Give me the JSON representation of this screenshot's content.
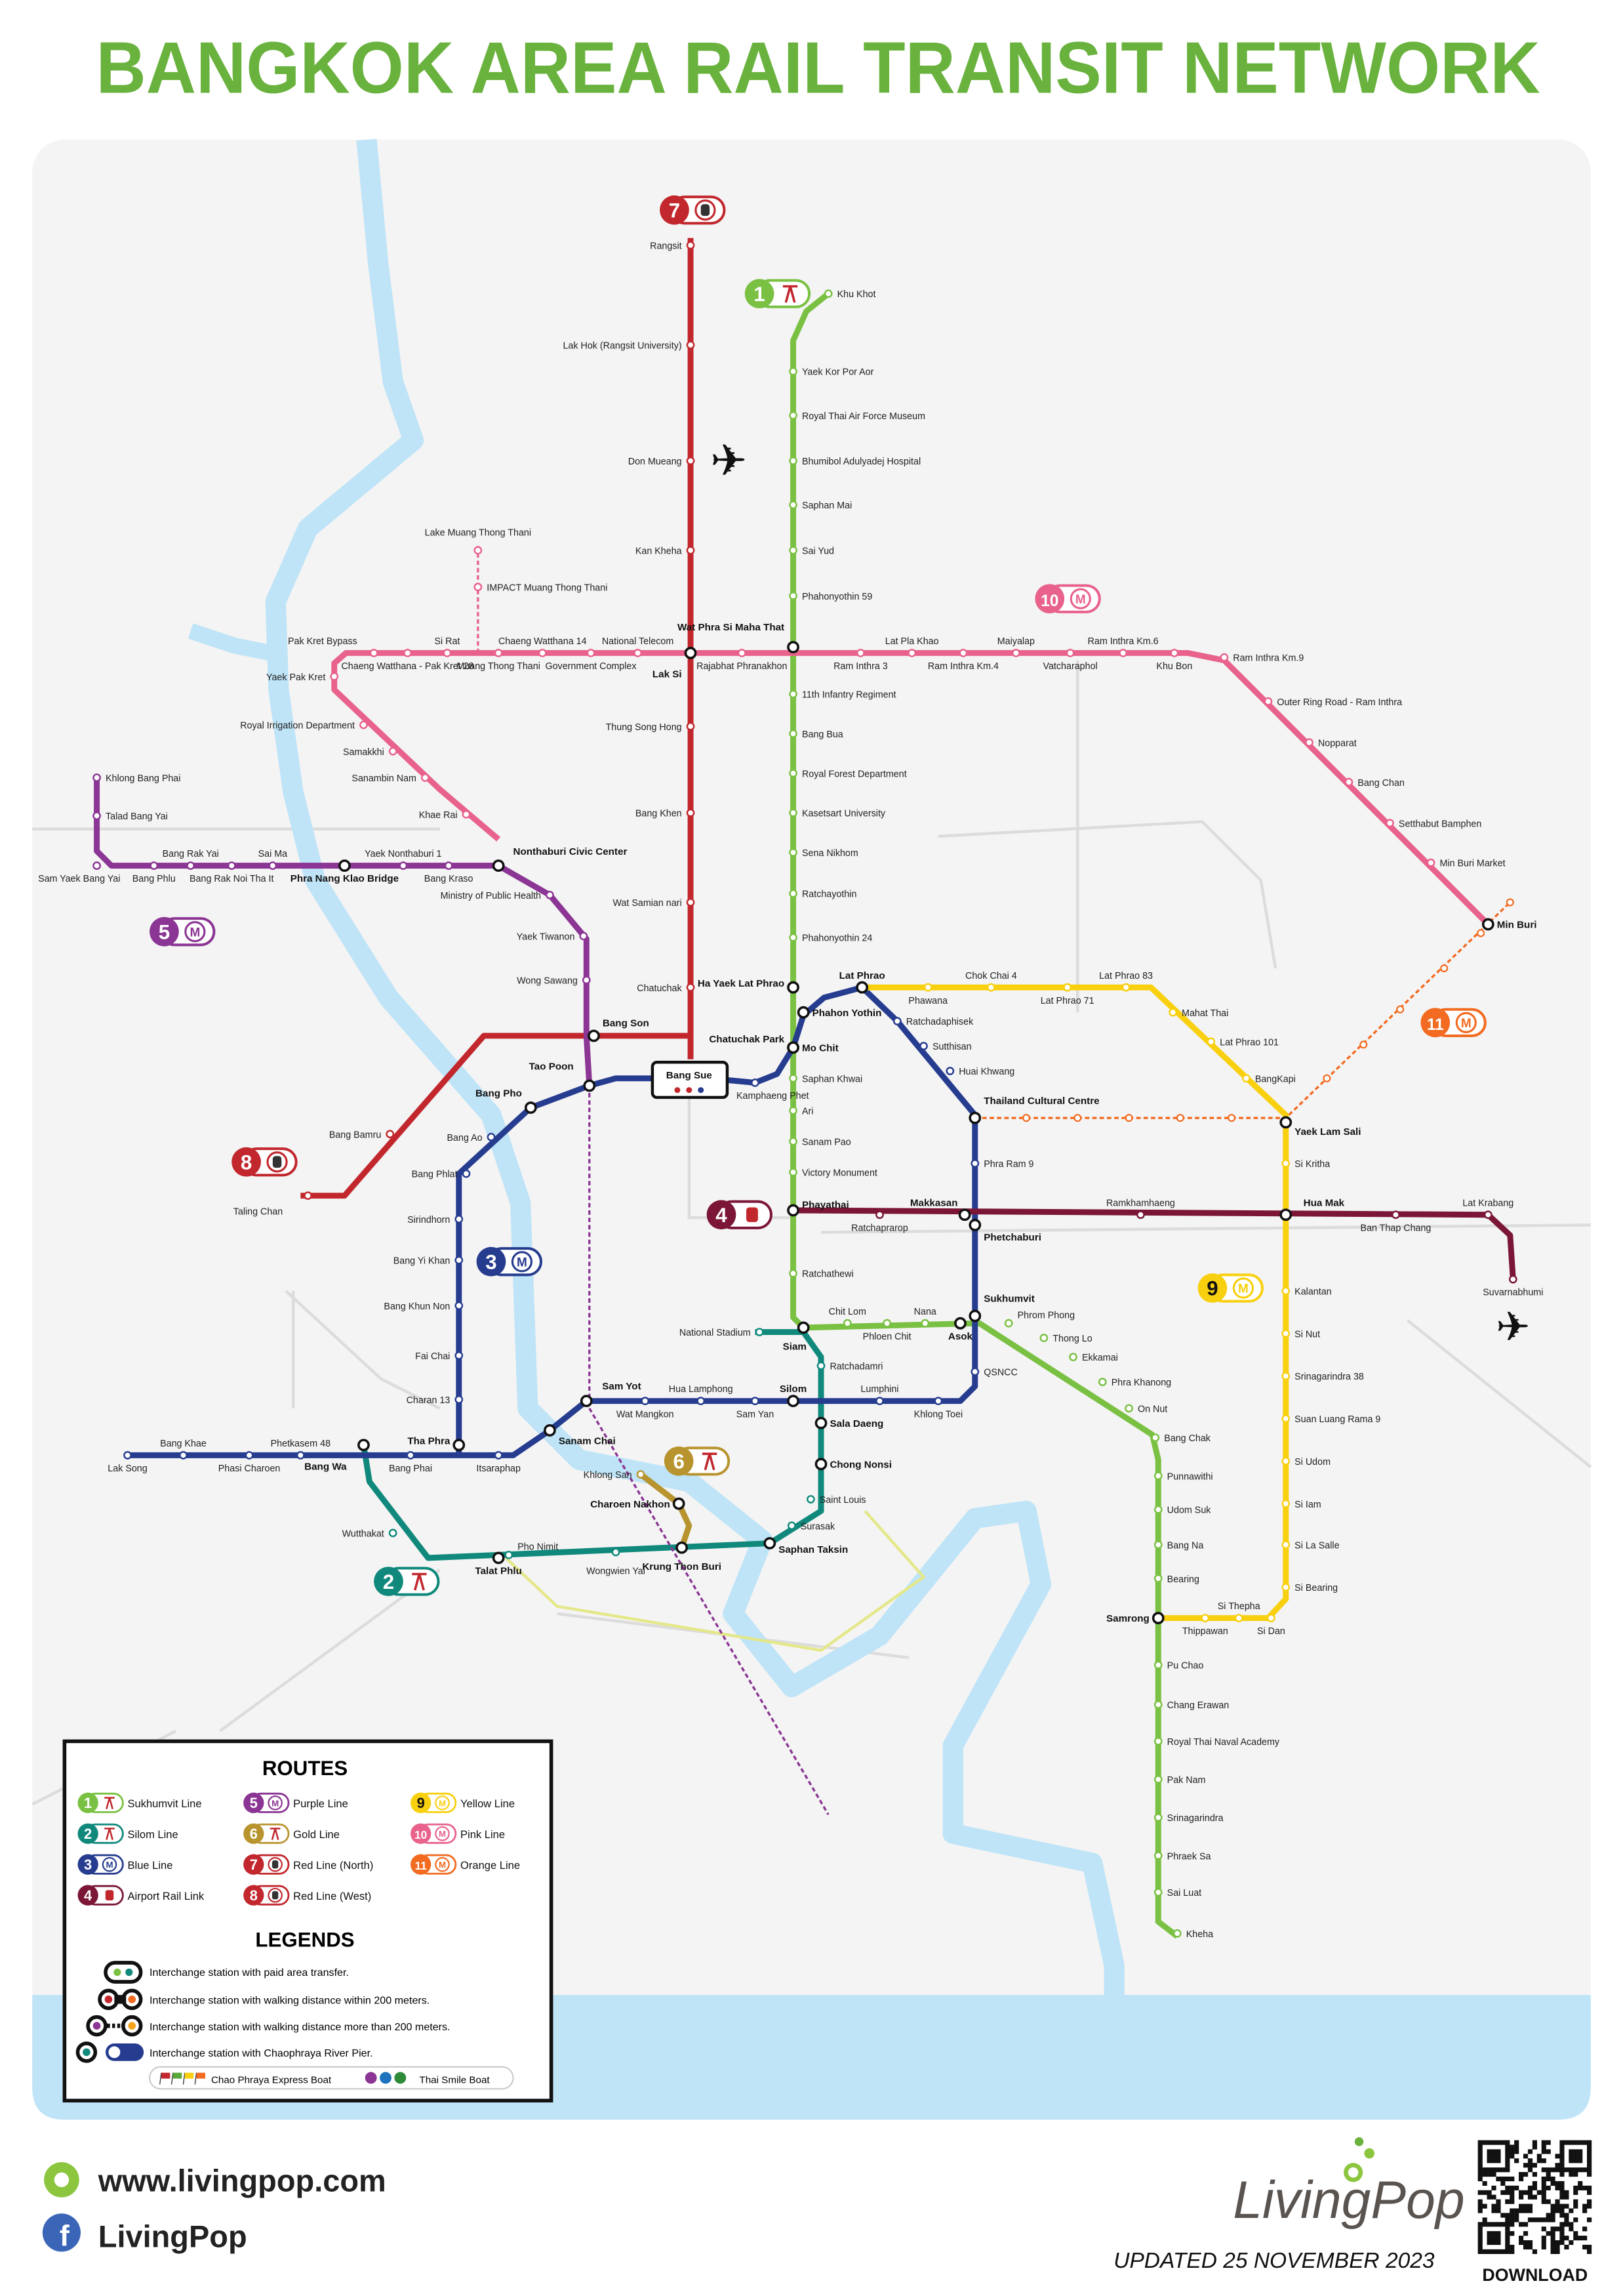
{
  "title": "BANGKOK AREA RAIL TRANSIT NETWORK",
  "colors": {
    "title": "#6ab23e",
    "river": "#bfe4f7",
    "panel": "#f4f4f4"
  },
  "lines": [
    {
      "number": "1",
      "name": "Sukhumvit Line",
      "color": "#7ac143",
      "icon": "bts-icon"
    },
    {
      "number": "2",
      "name": "Silom Line",
      "color": "#10897c",
      "icon": "bts-icon"
    },
    {
      "number": "3",
      "name": "Blue Line",
      "color": "#263c8f",
      "icon": "mrt-icon",
      "badge_letter": "M"
    },
    {
      "number": "4",
      "name": "Airport Rail Link",
      "color": "#7b1636",
      "icon": "arl-train-icon"
    },
    {
      "number": "5",
      "name": "Purple Line",
      "color": "#8b3594",
      "icon": "mrt-icon",
      "badge_letter": "M"
    },
    {
      "number": "6",
      "name": "Gold Line",
      "color": "#b8942f",
      "icon": "bts-icon"
    },
    {
      "number": "7",
      "name": "Red Line (North)",
      "color": "#c1272d",
      "icon": "srt-train-icon"
    },
    {
      "number": "8",
      "name": "Red Line (West)",
      "color": "#c1272d",
      "icon": "srt-train-icon"
    },
    {
      "number": "9",
      "name": "Yellow Line",
      "color": "#f8d00f",
      "icon": "mrt-icon",
      "badge_letter": "M"
    },
    {
      "number": "10",
      "name": "Pink Line",
      "color": "#e8628c",
      "icon": "mrt-icon",
      "badge_letter": "M"
    },
    {
      "number": "11",
      "name": "Orange Line",
      "color": "#f26b21",
      "icon": "mrt-icon",
      "badge_letter": "M"
    }
  ],
  "map": {
    "bang_sue": "Bang Sue",
    "stations": [
      {
        "name": "Rangsit",
        "line": "7"
      },
      {
        "name": "Lak Hok (Rangsit University)",
        "line": "7"
      },
      {
        "name": "Don Mueang",
        "line": "7"
      },
      {
        "name": "Kan Kheha",
        "line": "7"
      },
      {
        "name": "Lak Si",
        "line": "7"
      },
      {
        "name": "Thung Song Hong",
        "line": "7"
      },
      {
        "name": "Bang Khen",
        "line": "7"
      },
      {
        "name": "Wat Samian nari",
        "line": "7"
      },
      {
        "name": "Chatuchak",
        "line": "7"
      },
      {
        "name": "Bang Son",
        "line": "8"
      },
      {
        "name": "Bang Bamru",
        "line": "8"
      },
      {
        "name": "Taling Chan",
        "line": "8"
      },
      {
        "name": "Khu Khot",
        "line": "1"
      },
      {
        "name": "Yaek Kor Por Aor",
        "line": "1"
      },
      {
        "name": "Royal Thai Air Force Museum",
        "line": "1"
      },
      {
        "name": "Bhumibol Adulyadej Hospital",
        "line": "1"
      },
      {
        "name": "Saphan Mai",
        "line": "1"
      },
      {
        "name": "Sai Yud",
        "line": "1"
      },
      {
        "name": "Phahonyothin 59",
        "line": "1"
      },
      {
        "name": "Wat Phra Si Maha That",
        "line": "1"
      },
      {
        "name": "11th Infantry Regiment",
        "line": "1"
      },
      {
        "name": "Bang Bua",
        "line": "1"
      },
      {
        "name": "Royal Forest Department",
        "line": "1"
      },
      {
        "name": "Kasetsart University",
        "line": "1"
      },
      {
        "name": "Sena Nikhom",
        "line": "1"
      },
      {
        "name": "Ratchayothin",
        "line": "1"
      },
      {
        "name": "Phahonyothin 24",
        "line": "1"
      },
      {
        "name": "Ha Yaek Lat Phrao",
        "line": "1"
      },
      {
        "name": "Mo Chit",
        "line": "1"
      },
      {
        "name": "Saphan Khwai",
        "line": "1"
      },
      {
        "name": "Ari",
        "line": "1"
      },
      {
        "name": "Sanam Pao",
        "line": "1"
      },
      {
        "name": "Victory Monument",
        "line": "1"
      },
      {
        "name": "Phayathai",
        "line": "1"
      },
      {
        "name": "Ratchathewi",
        "line": "1"
      },
      {
        "name": "Siam",
        "line": "1"
      },
      {
        "name": "Chit Lom",
        "line": "1"
      },
      {
        "name": "Phloen Chit",
        "line": "1"
      },
      {
        "name": "Nana",
        "line": "1"
      },
      {
        "name": "Asok",
        "line": "1"
      },
      {
        "name": "Phrom Phong",
        "line": "1"
      },
      {
        "name": "Thong Lo",
        "line": "1"
      },
      {
        "name": "Ekkamai",
        "line": "1"
      },
      {
        "name": "Phra Khanong",
        "line": "1"
      },
      {
        "name": "On Nut",
        "line": "1"
      },
      {
        "name": "Bang Chak",
        "line": "1"
      },
      {
        "name": "Punnawithi",
        "line": "1"
      },
      {
        "name": "Udom Suk",
        "line": "1"
      },
      {
        "name": "Bang Na",
        "line": "1"
      },
      {
        "name": "Bearing",
        "line": "1"
      },
      {
        "name": "Samrong",
        "line": "1"
      },
      {
        "name": "Pu Chao",
        "line": "1"
      },
      {
        "name": "Chang Erawan",
        "line": "1"
      },
      {
        "name": "Royal Thai Naval Academy",
        "line": "1"
      },
      {
        "name": "Pak Nam",
        "line": "1"
      },
      {
        "name": "Srinagarindra",
        "line": "1"
      },
      {
        "name": "Phraek Sa",
        "line": "1"
      },
      {
        "name": "Sai Luat",
        "line": "1"
      },
      {
        "name": "Kheha",
        "line": "1"
      },
      {
        "name": "National Stadium",
        "line": "2"
      },
      {
        "name": "Ratchadamri",
        "line": "2"
      },
      {
        "name": "Sala Daeng",
        "line": "2"
      },
      {
        "name": "Chong Nonsi",
        "line": "2"
      },
      {
        "name": "Saint Louis",
        "line": "2"
      },
      {
        "name": "Surasak",
        "line": "2"
      },
      {
        "name": "Saphan Taksin",
        "line": "2"
      },
      {
        "name": "Krung Thon Buri",
        "line": "2"
      },
      {
        "name": "Wongwien Yai",
        "line": "2"
      },
      {
        "name": "Pho Nimit",
        "line": "2"
      },
      {
        "name": "Talat Phlu",
        "line": "2"
      },
      {
        "name": "Wutthakat",
        "line": "2"
      },
      {
        "name": "Tao Poon",
        "line": "3"
      },
      {
        "name": "Bang Pho",
        "line": "3"
      },
      {
        "name": "Bang Ao",
        "line": "3"
      },
      {
        "name": "Bang Phlat",
        "line": "3"
      },
      {
        "name": "Sirindhorn",
        "line": "3"
      },
      {
        "name": "Bang Yi Khan",
        "line": "3"
      },
      {
        "name": "Bang Khun Non",
        "line": "3"
      },
      {
        "name": "Fai Chai",
        "line": "3"
      },
      {
        "name": "Charan 13",
        "line": "3"
      },
      {
        "name": "Tha Phra",
        "line": "3"
      },
      {
        "name": "Itsaraphap",
        "line": "3"
      },
      {
        "name": "Sanam Chai",
        "line": "3"
      },
      {
        "name": "Sam Yot",
        "line": "3"
      },
      {
        "name": "Wat Mangkon",
        "line": "3"
      },
      {
        "name": "Hua Lamphong",
        "line": "3"
      },
      {
        "name": "Sam Yan",
        "line": "3"
      },
      {
        "name": "Silom",
        "line": "3"
      },
      {
        "name": "Lumphini",
        "line": "3"
      },
      {
        "name": "Khlong Toei",
        "line": "3"
      },
      {
        "name": "QSNCC",
        "line": "3"
      },
      {
        "name": "Sukhumvit",
        "line": "3"
      },
      {
        "name": "Phetchaburi",
        "line": "3"
      },
      {
        "name": "Phra Ram 9",
        "line": "3"
      },
      {
        "name": "Thailand Cultural Centre",
        "line": "3"
      },
      {
        "name": "Huai Khwang",
        "line": "3"
      },
      {
        "name": "Sutthisan",
        "line": "3"
      },
      {
        "name": "Ratchadaphisek",
        "line": "3"
      },
      {
        "name": "Lat Phrao",
        "line": "3"
      },
      {
        "name": "Phahon Yothin",
        "line": "3"
      },
      {
        "name": "Chatuchak Park",
        "line": "3"
      },
      {
        "name": "Kamphaeng Phet",
        "line": "3"
      },
      {
        "name": "Bang Phai",
        "line": "3"
      },
      {
        "name": "Bang Wa",
        "line": "3"
      },
      {
        "name": "Phetkasem 48",
        "line": "3"
      },
      {
        "name": "Phasi Charoen",
        "line": "3"
      },
      {
        "name": "Bang Khae",
        "line": "3"
      },
      {
        "name": "Lak Song",
        "line": "3"
      },
      {
        "name": "Ratchaprarop",
        "line": "4"
      },
      {
        "name": "Makkasan",
        "line": "4"
      },
      {
        "name": "Ramkhamhaeng",
        "line": "4"
      },
      {
        "name": "Hua Mak",
        "line": "4"
      },
      {
        "name": "Ban Thap Chang",
        "line": "4"
      },
      {
        "name": "Lat Krabang",
        "line": "4"
      },
      {
        "name": "Suvarnabhumi",
        "line": "4"
      },
      {
        "name": "Khlong Bang Phai",
        "line": "5"
      },
      {
        "name": "Talad Bang Yai",
        "line": "5"
      },
      {
        "name": "Sam Yaek Bang Yai",
        "line": "5"
      },
      {
        "name": "Bang Phlu",
        "line": "5"
      },
      {
        "name": "Bang Rak Yai",
        "line": "5"
      },
      {
        "name": "Bang Rak Noi Tha It",
        "line": "5"
      },
      {
        "name": "Sai Ma",
        "line": "5"
      },
      {
        "name": "Phra Nang Klao Bridge",
        "line": "5"
      },
      {
        "name": "Yaek Nonthaburi 1",
        "line": "5"
      },
      {
        "name": "Bang Kraso",
        "line": "5"
      },
      {
        "name": "Nonthaburi Civic Center",
        "line": "5"
      },
      {
        "name": "Ministry of Public Health",
        "line": "5"
      },
      {
        "name": "Yaek Tiwanon",
        "line": "5"
      },
      {
        "name": "Wong Sawang",
        "line": "5"
      },
      {
        "name": "Khae Rai",
        "line": "10"
      },
      {
        "name": "Sanambin Nam",
        "line": "10"
      },
      {
        "name": "Samakkhi",
        "line": "10"
      },
      {
        "name": "Royal Irrigation Department",
        "line": "10"
      },
      {
        "name": "Yaek Pak Kret",
        "line": "10"
      },
      {
        "name": "Pak Kret Bypass",
        "line": "10"
      },
      {
        "name": "Chaeng Watthana - Pak Kret 28",
        "line": "10"
      },
      {
        "name": "Si Rat",
        "line": "10"
      },
      {
        "name": "Muang Thong Thani",
        "line": "10"
      },
      {
        "name": "Chaeng Watthana 14",
        "line": "10"
      },
      {
        "name": "Government Complex",
        "line": "10"
      },
      {
        "name": "National Telecom",
        "line": "10"
      },
      {
        "name": "Rajabhat Phranakhon",
        "line": "10"
      },
      {
        "name": "Ram Inthra 3",
        "line": "10"
      },
      {
        "name": "Lat Pla Khao",
        "line": "10"
      },
      {
        "name": "Ram Inthra Km.4",
        "line": "10"
      },
      {
        "name": "Maiyalap",
        "line": "10"
      },
      {
        "name": "Vatcharaphol",
        "line": "10"
      },
      {
        "name": "Ram Inthra Km.6",
        "line": "10"
      },
      {
        "name": "Khu Bon",
        "line": "10"
      },
      {
        "name": "Ram Inthra Km.9",
        "line": "10"
      },
      {
        "name": "Outer Ring Road - Ram Inthra",
        "line": "10"
      },
      {
        "name": "Nopparat",
        "line": "10"
      },
      {
        "name": "Bang Chan",
        "line": "10"
      },
      {
        "name": "Setthabut Bamphen",
        "line": "10"
      },
      {
        "name": "Min Buri Market",
        "line": "10"
      },
      {
        "name": "Min Buri",
        "line": "10"
      },
      {
        "name": "Lake Muang Thong Thani",
        "line": "10"
      },
      {
        "name": "IMPACT Muang Thong Thani",
        "line": "10"
      },
      {
        "name": "Phawana",
        "line": "9"
      },
      {
        "name": "Chok Chai 4",
        "line": "9"
      },
      {
        "name": "Lat Phrao 71",
        "line": "9"
      },
      {
        "name": "Lat Phrao 83",
        "line": "9"
      },
      {
        "name": "Mahat Thai",
        "line": "9"
      },
      {
        "name": "Lat Phrao 101",
        "line": "9"
      },
      {
        "name": "BangKapi",
        "line": "9"
      },
      {
        "name": "Yaek Lam Sali",
        "line": "9"
      },
      {
        "name": "Si Kritha",
        "line": "9"
      },
      {
        "name": "Kalantan",
        "line": "9"
      },
      {
        "name": "Si Nut",
        "line": "9"
      },
      {
        "name": "Srinagarindra 38",
        "line": "9"
      },
      {
        "name": "Suan Luang Rama 9",
        "line": "9"
      },
      {
        "name": "Si Udom",
        "line": "9"
      },
      {
        "name": "Si Iam",
        "line": "9"
      },
      {
        "name": "Si La Salle",
        "line": "9"
      },
      {
        "name": "Si Bearing",
        "line": "9"
      },
      {
        "name": "Si Thepha",
        "line": "9"
      },
      {
        "name": "Si Dan",
        "line": "9"
      },
      {
        "name": "Thippawan",
        "line": "9"
      },
      {
        "name": "Charoen Nakhon",
        "line": "6"
      },
      {
        "name": "Khlong San",
        "line": "6"
      }
    ]
  },
  "legend": {
    "routes_title": "ROUTES",
    "legends_title": "LEGENDS",
    "items": [
      "Interchange station with paid area transfer.",
      "Interchange station with walking distance within 200 meters.",
      "Interchange station with walking distance more than 200 meters.",
      "Interchange station with Chaophraya River Pier."
    ],
    "express_boat": "Chao Phraya Express Boat",
    "smile_boat": "Thai Smile Boat",
    "boat_flag_colors": [
      "#c1272d",
      "#5aa83a",
      "#f8d00f",
      "#f26b21"
    ],
    "smile_colors": [
      "#8b3594",
      "#1e73be",
      "#2f8a3a"
    ]
  },
  "footer": {
    "website": "www.livingpop.com",
    "facebook": "LivingPop",
    "logo_text": "LivingPop",
    "updated": "UPDATED 25 NOVEMBER 2023",
    "download": "DOWNLOAD"
  }
}
